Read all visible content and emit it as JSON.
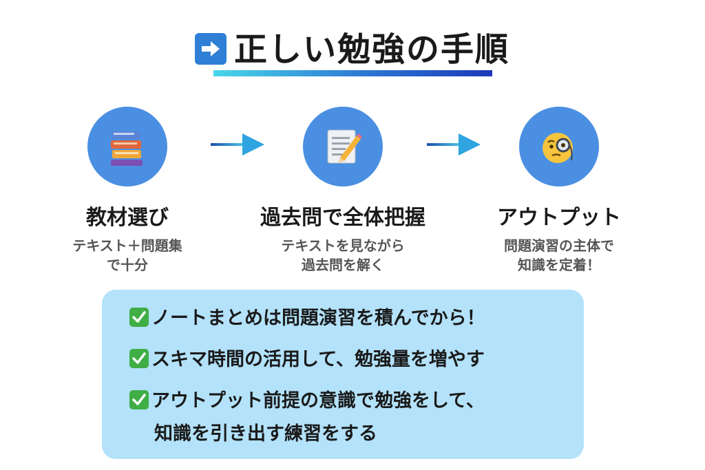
{
  "title": {
    "text": "正しい勉強の手順",
    "icon": "right-arrow-icon"
  },
  "steps": [
    {
      "icon": "books-icon",
      "title": "教材選び",
      "desc_line1": "テキスト＋問題集",
      "desc_line2": "で十分"
    },
    {
      "icon": "memo-pencil-icon",
      "title": "過去問で全体把握",
      "desc_line1": "テキストを見ながら",
      "desc_line2": "過去問を解く"
    },
    {
      "icon": "monocle-face-icon",
      "title": "アウトプット",
      "desc_line1": "問題演習の主体で",
      "desc_line2": "知識を定着！"
    }
  ],
  "notes": [
    {
      "icon": "check-icon",
      "line1": "ノートまとめは問題演習を積んでから！"
    },
    {
      "icon": "check-icon",
      "line1": "スキマ時間の活用して、勉強量を増やす"
    },
    {
      "icon": "check-icon",
      "line1": "アウトプット前提の意識で勉強をして、",
      "line2": "知識を引き出す練習をする"
    }
  ],
  "colors": {
    "accent": "#2f7fd6",
    "circle": "#4a8fe2",
    "note_bg": "#b3e2fa",
    "check": "#3fae45"
  }
}
